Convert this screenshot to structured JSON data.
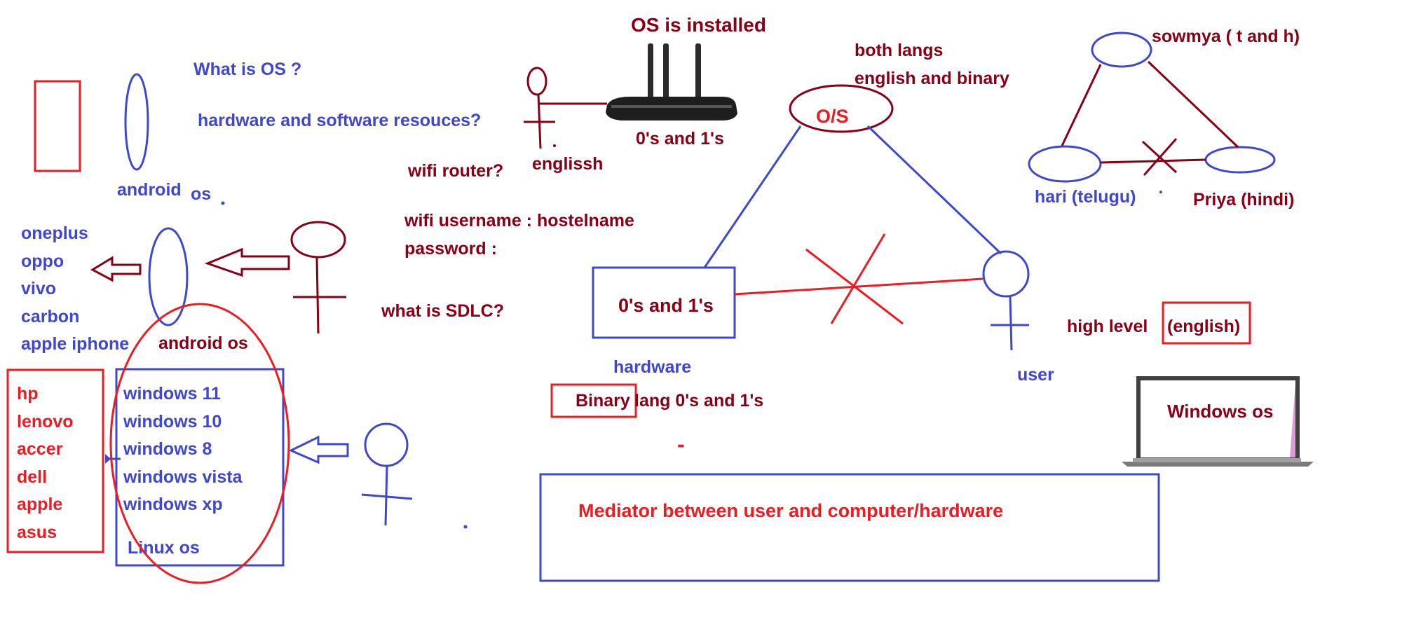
{
  "colors": {
    "blue": "#3f48cc",
    "dark_red": "#880015",
    "red": "#ed1c24"
  },
  "left_panel": {
    "what_is_os": "What is OS ?",
    "hw_sw_resources": "hardware and software resouces?",
    "android_label_1": "android",
    "os_label_1": "os",
    "phone_brands": [
      "oneplus",
      "oppo",
      "vivo",
      "carbon",
      "apple iphone"
    ],
    "android_os_label": "android os",
    "laptop_brands": [
      "hp",
      "lenovo",
      "accer",
      "dell",
      "apple",
      "asus"
    ],
    "windows_versions": [
      "windows 11",
      "windows 10",
      "windows 8",
      "windows vista",
      "windows xp"
    ],
    "linux_label": "Linux os"
  },
  "middle_panel": {
    "os_installed": "OS is installed",
    "zeros_ones": "0's  and 1's",
    "english_label": "englissh",
    "wifi_router": "wifi router?",
    "wifi_username": "wifi username : hostelname",
    "password": "password :",
    "sdlc": "what is SDLC?"
  },
  "os_diagram": {
    "both_langs_line1": "both langs",
    "both_langs_line2": "english and binary",
    "os_node": "O/S",
    "hardware_box": "0's and 1's",
    "hardware_label": "hardware",
    "user_label": "user",
    "high_level_prefix": "high level ",
    "high_level_boxed": "(english)",
    "binary_boxed": "Binary",
    "binary_rest": " lang 0's and 1's",
    "dash": "-",
    "mediator": "Mediator between user and computer/hardware"
  },
  "triangle": {
    "top": "sowmya ( t  and h)",
    "left": "hari (telugu)",
    "right": "Priya (hindi)"
  },
  "laptop": {
    "screen_text": "Windows os"
  },
  "icons": [
    "router-icon",
    "laptop-icon",
    "stick-figure-icon",
    "arrow-left-icon",
    "cross-icon"
  ]
}
